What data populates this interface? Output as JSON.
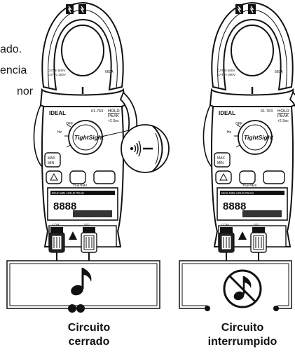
{
  "side_text_fragments": [
    "ado.",
    "encia",
    "nor"
  ],
  "meter": {
    "brand": "IDEAL",
    "model": "61-763",
    "tightsight": "TightSight",
    "hold_label": "HOLD",
    "peak_label": "PEAK",
    "peak_sub": "+2 Sec",
    "off_label": "OFF",
    "hz_label": "Hz",
    "max_label": "MAX",
    "min_label": "MIN",
    "readout": "8888",
    "lcd_header": "MAX MIN HOLD PEAK",
    "true_rms": "True RMS",
    "rating_amps": "660A",
    "cat_line1": "CAT III 600V",
    "cat_line2": "CAT IV 300V",
    "com_label": "COM",
    "v_label": "V/Ω"
  },
  "captions": {
    "closed_line1": "Circuito",
    "closed_line2": "cerrado",
    "open_line1": "Circuito",
    "open_line2": "interrumpido"
  },
  "icons": {
    "left": "music-note-icon",
    "right": "no-music-icon",
    "zoom": "beeper-icon"
  },
  "colors": {
    "line": "#111111",
    "body_fill": "#ffffff",
    "lcd_fill": "#1a1a1a"
  }
}
